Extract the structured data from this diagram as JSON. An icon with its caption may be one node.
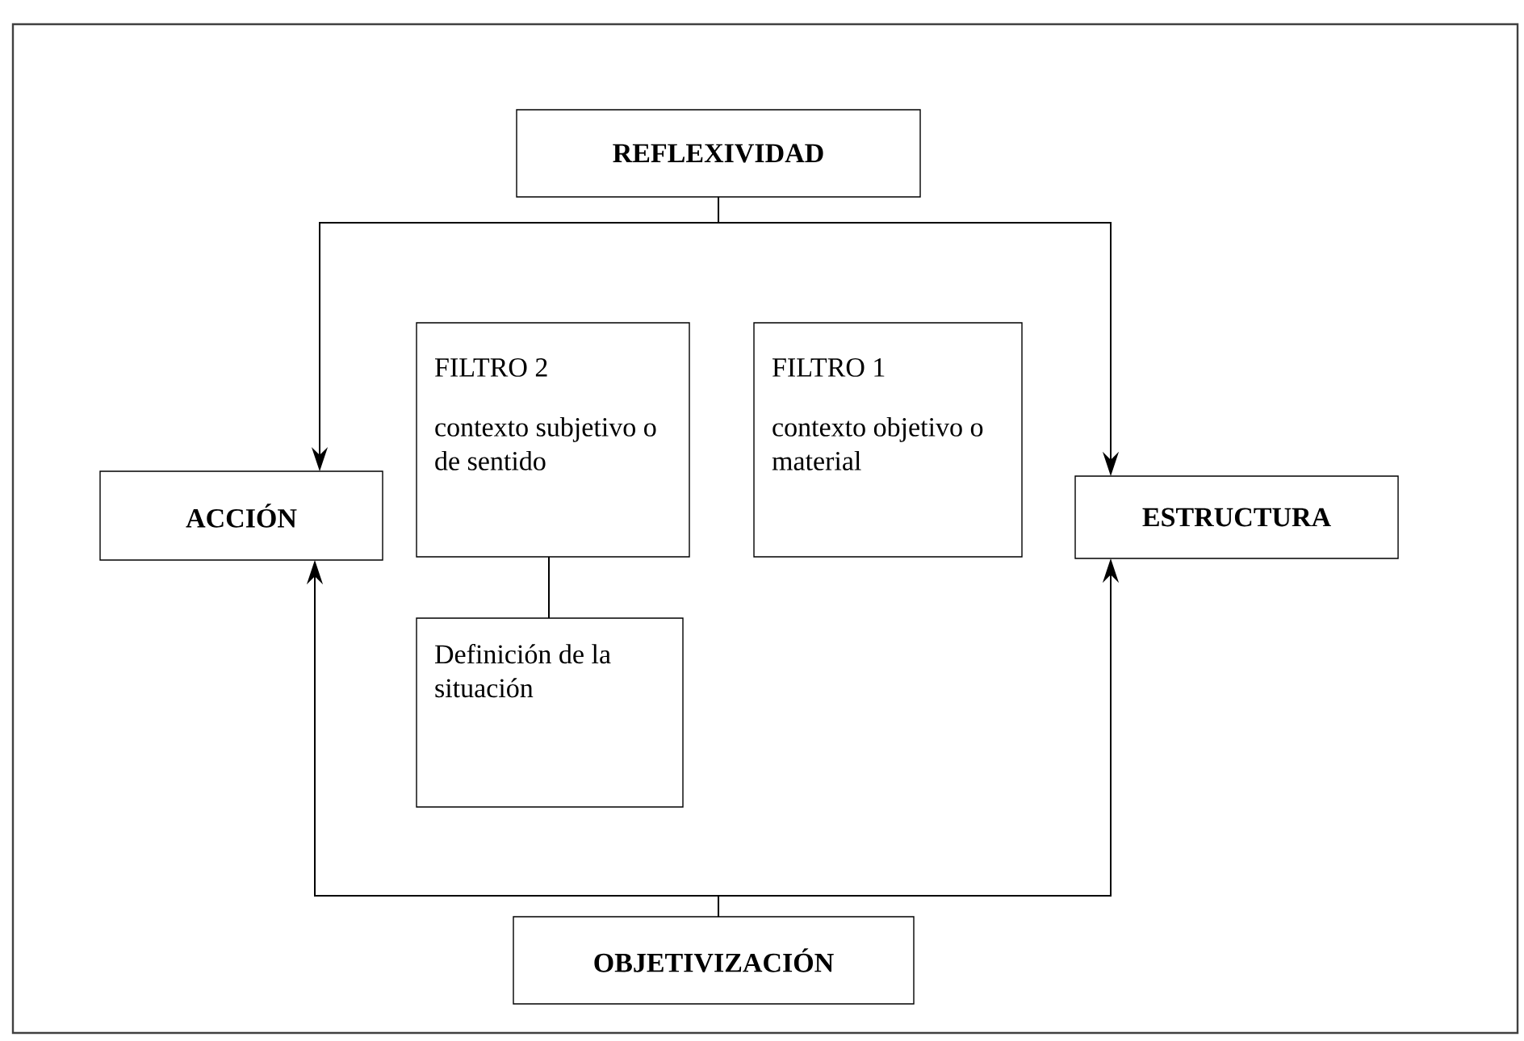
{
  "diagram": {
    "nodes": [
      {
        "text": [
          "REFLEXIVIDAD"
        ]
      },
      {
        "text": [
          "ACCIÓN"
        ]
      },
      {
        "text": [
          "FILTRO 2",
          "contexto subjetivo o de sentido"
        ]
      },
      {
        "text": [
          "FILTRO 1",
          "contexto objetivo o material"
        ]
      },
      {
        "text": [
          "ESTRUCTURA"
        ]
      },
      {
        "text": [
          "Definición de la situación"
        ]
      },
      {
        "text": [
          "OBJETIVIZACIÓN"
        ]
      }
    ],
    "edges": [
      {
        "from": 0,
        "to": 1,
        "arrow": "to"
      },
      {
        "from": 0,
        "to": 4,
        "arrow": "to"
      },
      {
        "from": 2,
        "to": 5,
        "arrow": "none"
      },
      {
        "from": 6,
        "to": 1,
        "arrow": "to"
      },
      {
        "from": 6,
        "to": 4,
        "arrow": "to"
      }
    ]
  }
}
